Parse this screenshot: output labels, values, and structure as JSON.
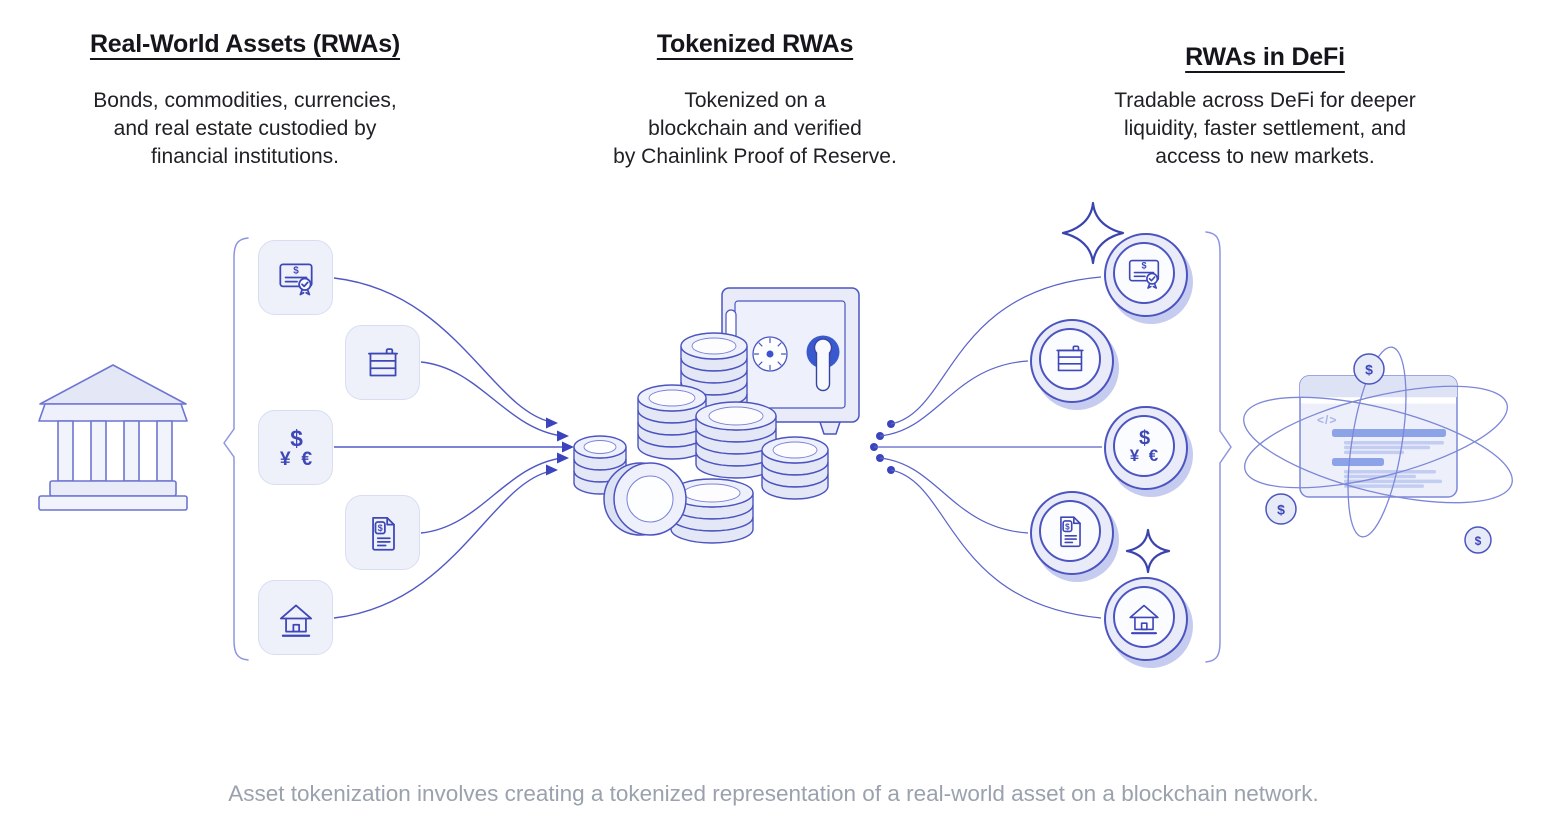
{
  "columns": [
    {
      "id": "real-world-assets",
      "title": "Real-World Assets (RWAs)",
      "description": "Bonds, commodities, currencies,\nand real estate custodied by\nfinancial institutions."
    },
    {
      "id": "tokenized-rwas",
      "title": "Tokenized RWAs",
      "description": "Tokenized on a\nblockchain and verified\nby Chainlink Proof of Reserve."
    },
    {
      "id": "rwas-in-defi",
      "title": "RWAs in DeFi",
      "description": "Tradable across DeFi for deeper\nliquidity, faster settlement, and\naccess to new markets."
    }
  ],
  "caption": "Asset tokenization involves creating a tokenized representation of a real-world asset on a blockchain network.",
  "symbols": {
    "dollar": "$",
    "yen": "¥",
    "euro": "€",
    "code_tag": "</>"
  },
  "icons": {
    "left_source": "bank-building-icon",
    "middle": [
      "vault-safe-icon",
      "coin-stacks-icon"
    ],
    "assets": [
      "bond-certificate-icon",
      "oil-barrel-icon",
      "currency-exchange-icon",
      "financial-document-icon",
      "house-icon"
    ],
    "decorations": [
      "sparkle-icon",
      "code-window-icon",
      "orbit-coin-icon"
    ]
  },
  "colors": {
    "ink_indigo": "#3e47b6",
    "stroke_indigo": "#4c54c0",
    "light_fill": "#eef0fa",
    "accent_blue": "#3b59ce",
    "token_shadow": "#c6ccf0",
    "caption_gray": "#9aa2ae",
    "text_dark": "#15161b"
  }
}
